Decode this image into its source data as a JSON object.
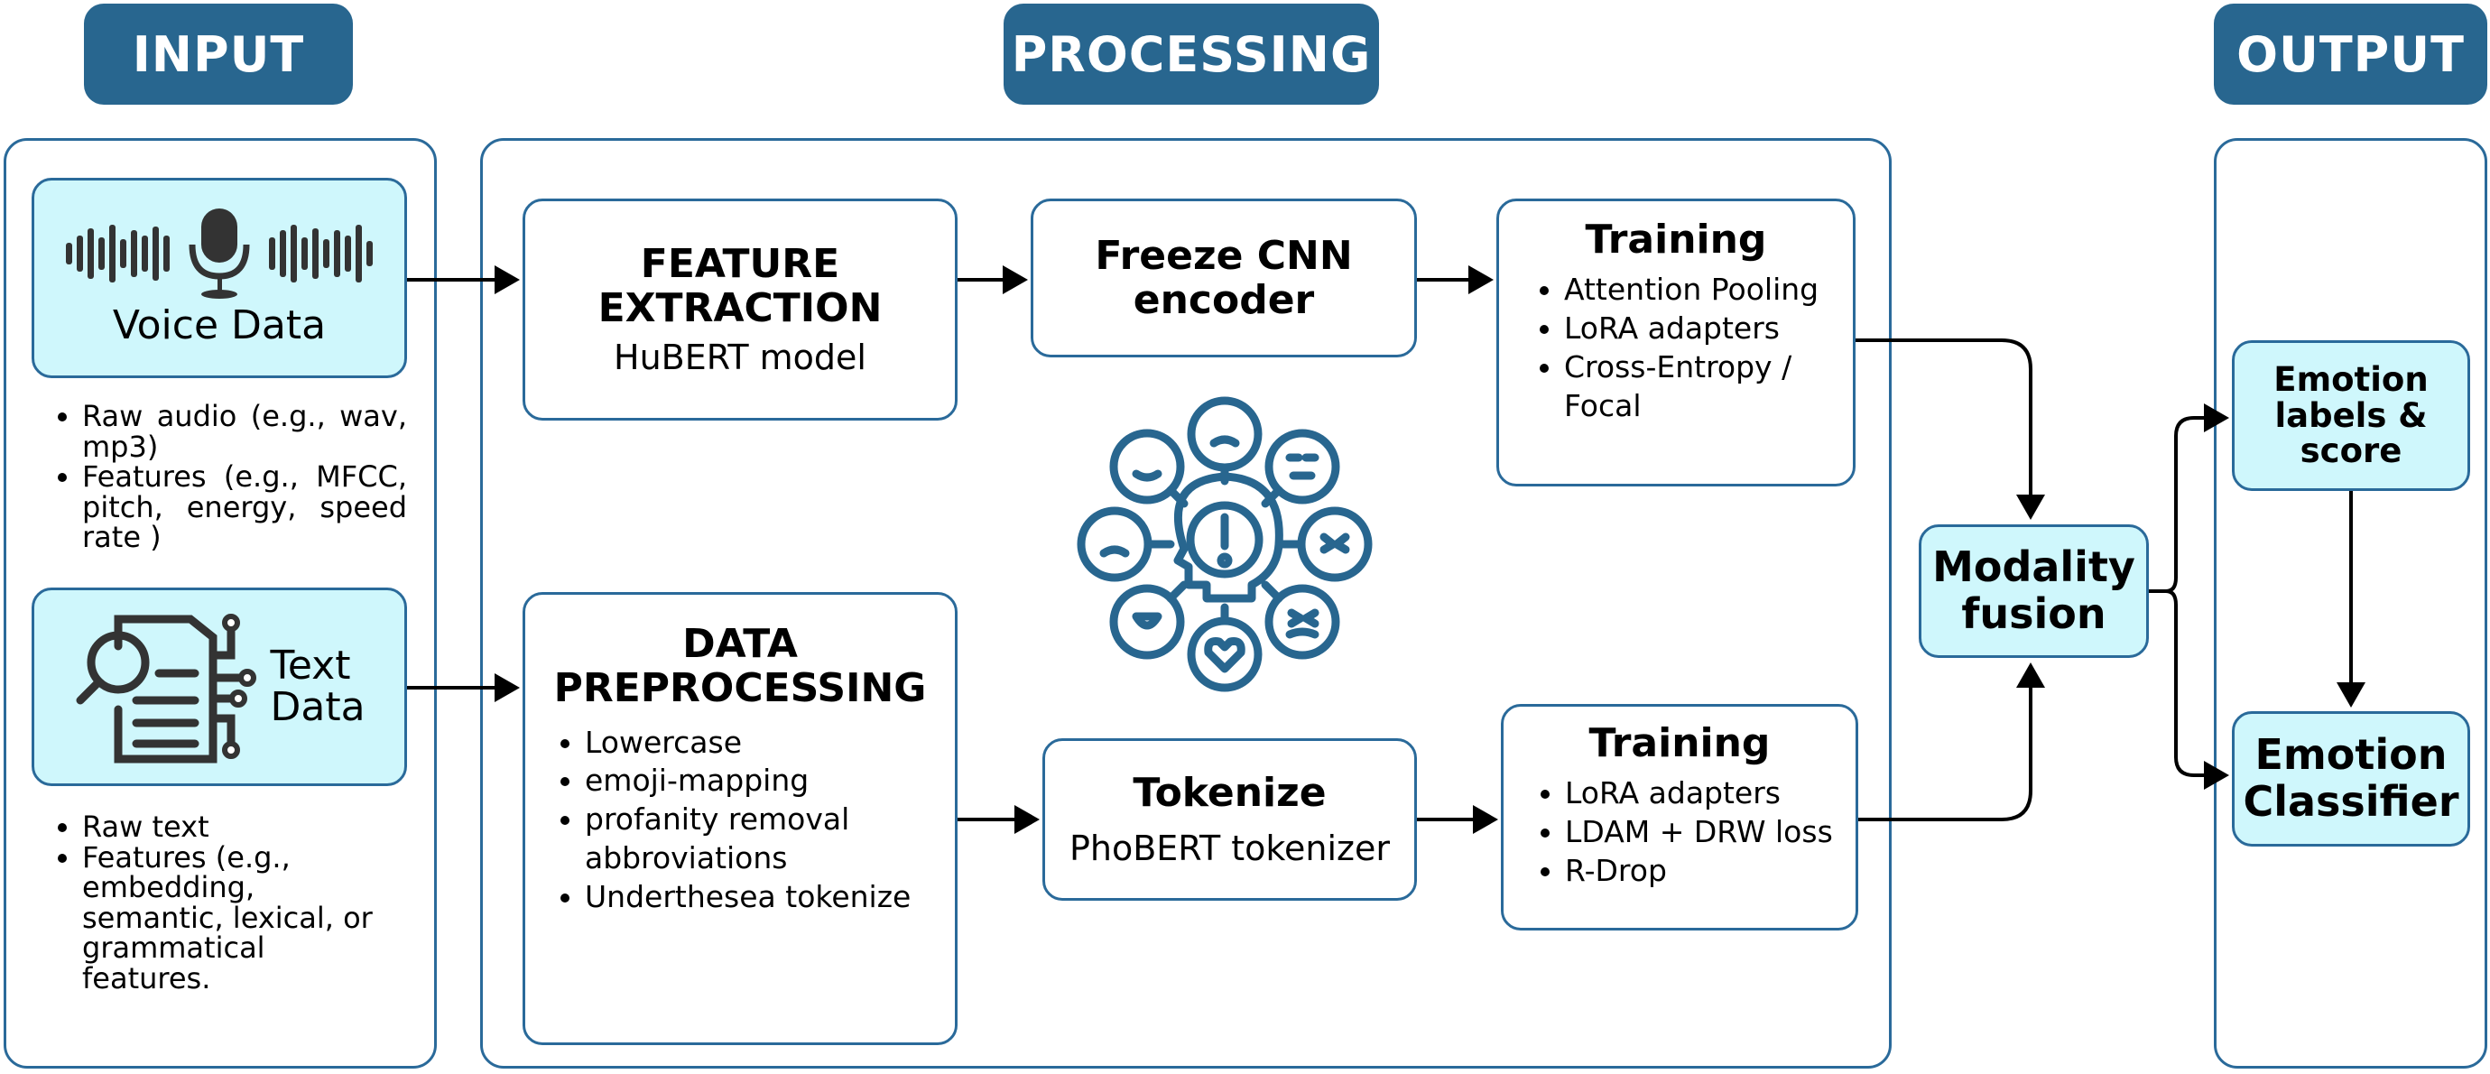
{
  "headers": {
    "input": "INPUT",
    "processing": "PROCESSING",
    "output": "OUTPUT"
  },
  "colors": {
    "header": "#28668f",
    "border": "#2a6a9a",
    "box_fill": "#cff7fc",
    "icon": "#28668f",
    "arrow": "#000000"
  },
  "input": {
    "voice": {
      "label": "Voice Data",
      "icon": "microphone-waveform-icon",
      "bullets": [
        "Raw audio (e.g., wav, mp3)",
        "Features (e.g., MFCC, pitch, energy, speed rate )"
      ]
    },
    "text": {
      "label_line1": "Text",
      "label_line2": "Data",
      "icon": "document-search-icon",
      "bullets": [
        "Raw text",
        "Features (e.g., embedding, semantic, lexical, or grammatical features."
      ]
    }
  },
  "processing": {
    "feature_extraction": {
      "title_line1": "FEATURE",
      "title_line2": "EXTRACTION",
      "subtitle": "HuBERT model"
    },
    "freeze_cnn": {
      "title_line1": "Freeze CNN",
      "title_line2": "encoder"
    },
    "training_audio": {
      "title": "Training",
      "bullets": [
        "Attention Pooling",
        "LoRA adapters",
        "Cross-Entropy / Focal"
      ]
    },
    "data_preprocessing": {
      "title_line1": "DATA",
      "title_line2": "PREPROCESSING",
      "bullets": [
        "Lowercase",
        "emoji-mapping",
        "profanity removal abbroviations",
        "Underthesea tokenize"
      ]
    },
    "tokenize": {
      "title": "Tokenize",
      "subtitle": "PhoBERT tokenizer"
    },
    "training_text": {
      "title": "Training",
      "bullets": [
        "LoRA adapters",
        "LDAM + DRW loss",
        "R-Drop"
      ]
    },
    "center_icon": "head-emotions-icon",
    "fusion": {
      "title_line1": "Modality",
      "title_line2": "fusion"
    }
  },
  "output": {
    "labels": {
      "line1": "Emotion",
      "line2": "labels &",
      "line3": "score"
    },
    "classifier": {
      "line1": "Emotion",
      "line2": "Classifier"
    }
  }
}
